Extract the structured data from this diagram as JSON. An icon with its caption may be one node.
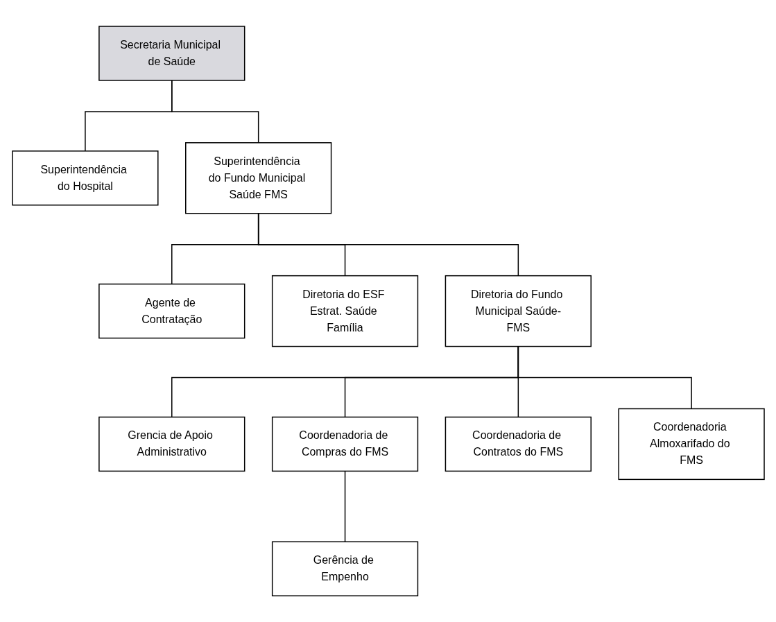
{
  "diagram": {
    "nodes": [
      {
        "text": [
          "Secretaria Municipal de Saúde"
        ]
      },
      {
        "text": [
          "Superintendência do Hospital"
        ]
      },
      {
        "text": [
          "Superintendência do Fundo Municipal Saúde FMS"
        ]
      },
      {
        "text": [
          "Agente de Contratação"
        ]
      },
      {
        "text": [
          "Diretoria do ESF Estrat. Saúde Família"
        ]
      },
      {
        "text": [
          "Diretoria do Fundo Municipal Saúde-FMS"
        ]
      },
      {
        "text": [
          "Grencia de Apoio Administrativo"
        ]
      },
      {
        "text": [
          "Coordenadoria de Compras do FMS"
        ]
      },
      {
        "text": [
          "Coordenadoria de Contratos do FMS"
        ]
      },
      {
        "text": [
          "Coordenadoria Almoxarifado do FMS"
        ]
      },
      {
        "text": [
          "Gerência de Empenho"
        ]
      }
    ],
    "edges": [
      {
        "from": 0,
        "to": 1,
        "arrow": "none"
      },
      {
        "from": 0,
        "to": 2,
        "arrow": "none"
      },
      {
        "from": 2,
        "to": 3,
        "arrow": "none"
      },
      {
        "from": 2,
        "to": 4,
        "arrow": "none"
      },
      {
        "from": 2,
        "to": 5,
        "arrow": "none"
      },
      {
        "from": 5,
        "to": 6,
        "arrow": "none"
      },
      {
        "from": 5,
        "to": 7,
        "arrow": "none"
      },
      {
        "from": 5,
        "to": 8,
        "arrow": "none"
      },
      {
        "from": 5,
        "to": 9,
        "arrow": "none"
      },
      {
        "from": 7,
        "to": 10,
        "arrow": "none"
      }
    ]
  }
}
